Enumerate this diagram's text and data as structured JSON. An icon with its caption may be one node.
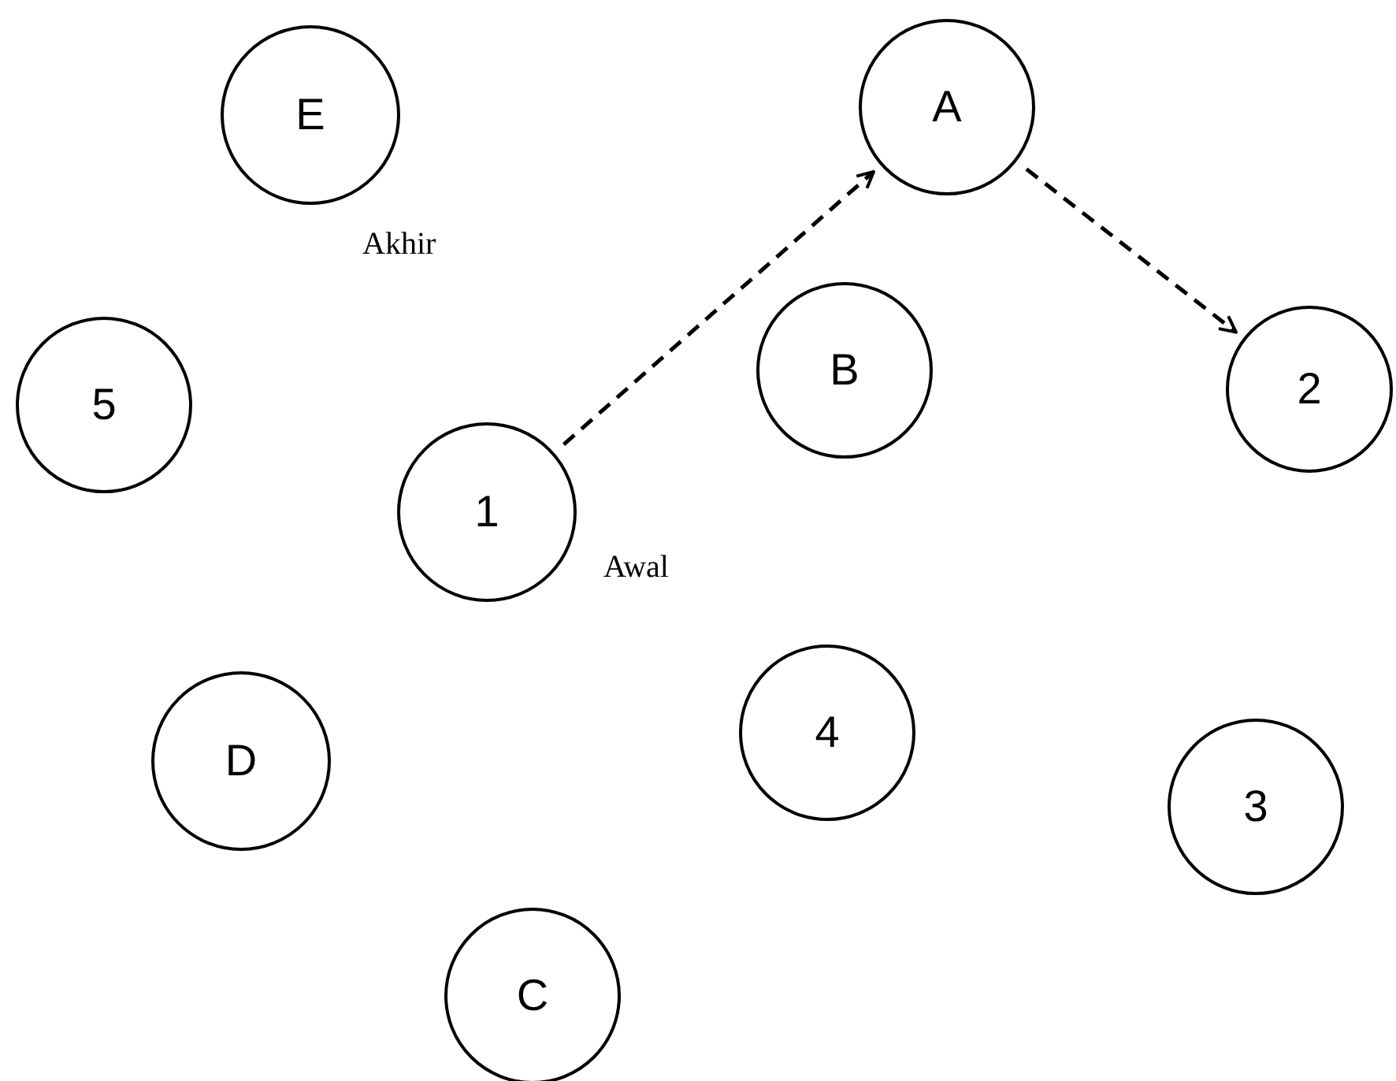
{
  "diagram": {
    "nodes": [
      {
        "text": [
          "E"
        ],
        "beside": [
          "Akhir"
        ]
      },
      {
        "text": [
          "A"
        ]
      },
      {
        "text": [
          "B"
        ]
      },
      {
        "text": [
          "5"
        ]
      },
      {
        "text": [
          "2"
        ]
      },
      {
        "text": [
          "1"
        ],
        "beside": [
          "Awal"
        ]
      },
      {
        "text": [
          "D"
        ]
      },
      {
        "text": [
          "4"
        ]
      },
      {
        "text": [
          "3"
        ]
      },
      {
        "text": [
          "C"
        ]
      }
    ],
    "edges": [
      {
        "from": 5,
        "to": 1,
        "arrow": "to",
        "style": "dashed"
      },
      {
        "from": 1,
        "to": 4,
        "arrow": "to",
        "style": "dashed"
      }
    ]
  }
}
